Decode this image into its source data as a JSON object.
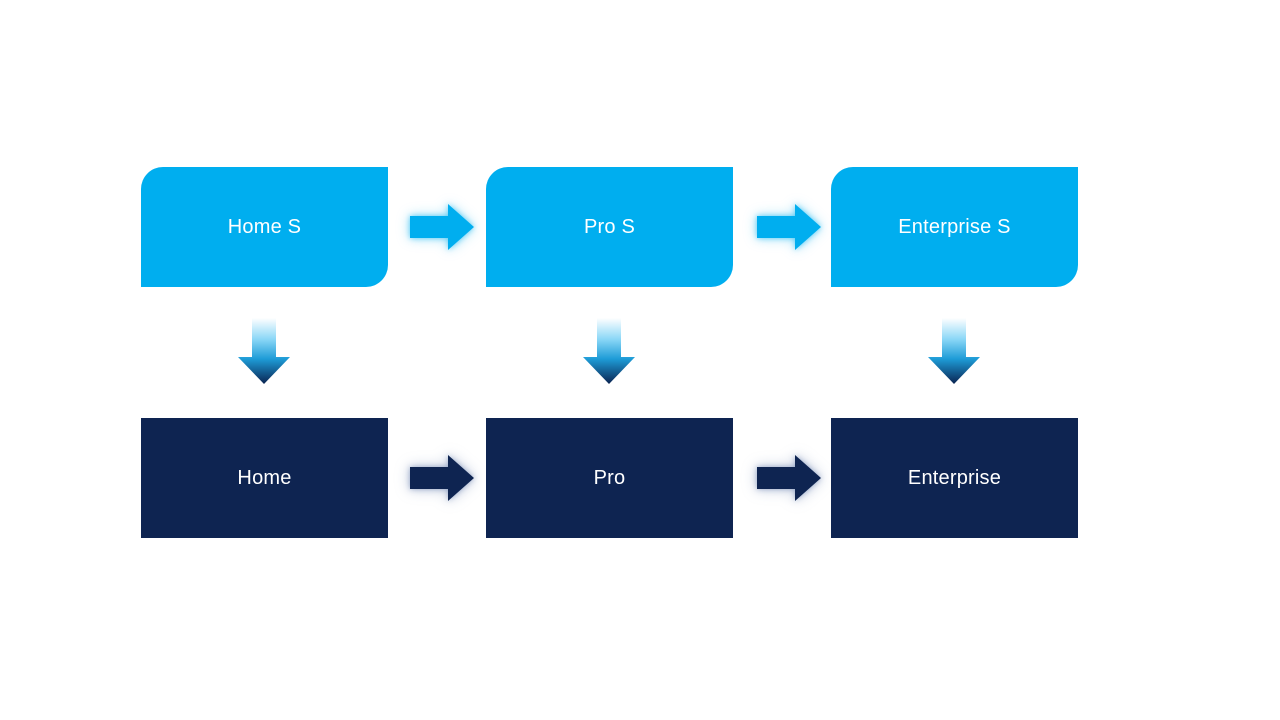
{
  "diagram": {
    "title": "edition-upgrade-flow",
    "top_row": [
      {
        "label": "Home S"
      },
      {
        "label": "Pro S"
      },
      {
        "label": "Enterprise S"
      }
    ],
    "bottom_row": [
      {
        "label": "Home"
      },
      {
        "label": "Pro"
      },
      {
        "label": "Enterprise"
      }
    ],
    "colors": {
      "light_blue": "#00AEEF",
      "navy": "#0E2451",
      "background": "#FFFFFF",
      "label_text": "#FFFFFF",
      "down_gradient": [
        "#FFFFFF",
        "#8BD7F7",
        "#1E9CD7",
        "#0A2351"
      ]
    }
  }
}
